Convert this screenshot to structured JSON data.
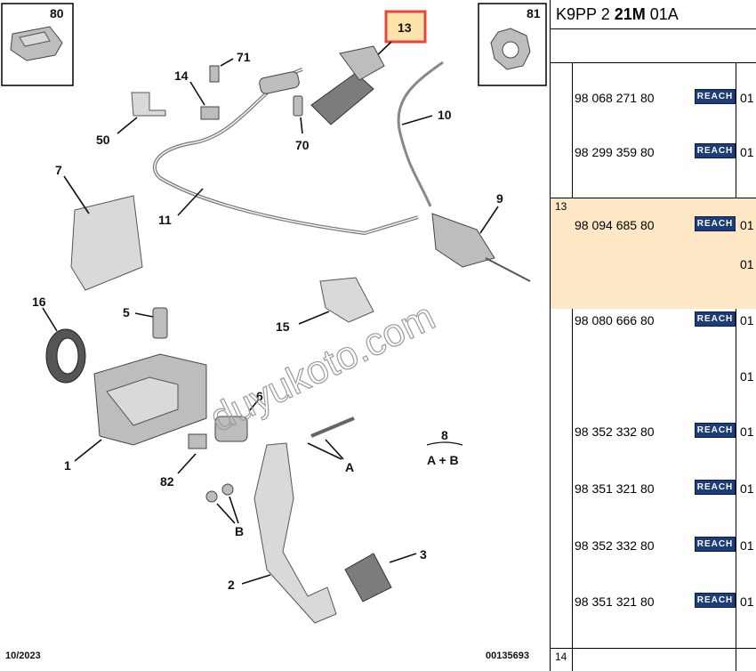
{
  "diagram": {
    "callouts": {
      "c80": "80",
      "c81": "81",
      "c13": "13",
      "c71": "71",
      "c14": "14",
      "c10": "10",
      "c50": "50",
      "c70": "70",
      "c7": "7",
      "c11": "11",
      "c9": "9",
      "c16": "16",
      "c5": "5",
      "c15": "15",
      "c6": "6",
      "c8": "8",
      "c8sub": "A + B",
      "c1": "1",
      "c82": "82",
      "cA": "A",
      "cB": "B",
      "c2": "2",
      "c3": "3"
    },
    "watermark": "duyukoto.com",
    "date": "10/2023",
    "ref": "00135693",
    "highlight_color": "#e8453c"
  },
  "panel": {
    "title_pre": "K9PP 2 ",
    "title_bold": "21M",
    "title_post": " 01A",
    "reach_label": "REACH",
    "rows": [
      {
        "idx": "",
        "part": "98 068 271 80",
        "qty": "01"
      },
      {
        "idx": "",
        "part": "98 299 359 80",
        "qty": "01"
      },
      {
        "idx": "13",
        "part": "98 094 685 80",
        "qty": "01",
        "qty2": "01"
      },
      {
        "idx": "",
        "part": "98 080 666 80",
        "qty": "01",
        "qty2": "01"
      },
      {
        "idx": "",
        "part": "98 352 332 80",
        "qty": "01"
      },
      {
        "idx": "",
        "part": "98 351 321 80",
        "qty": "01"
      },
      {
        "idx": "",
        "part": "98 352 332 80",
        "qty": "01"
      },
      {
        "idx": "",
        "part": "98 351 321 80",
        "qty": "01"
      }
    ],
    "next_idx": "14",
    "highlight_color": "#fde7c4"
  }
}
